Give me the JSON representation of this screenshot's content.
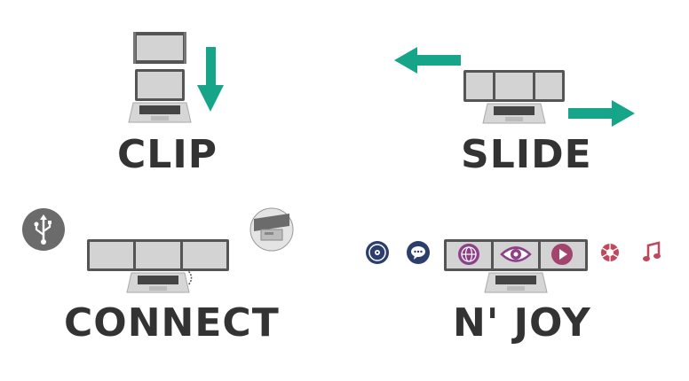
{
  "steps": [
    {
      "id": "clip",
      "label": "CLIP"
    },
    {
      "id": "slide",
      "label": "SLIDE"
    },
    {
      "id": "connect",
      "label": "CONNECT"
    },
    {
      "id": "enjoy",
      "label": "N' JOY"
    }
  ],
  "colors": {
    "arrow": "#17a589",
    "text": "#333333",
    "screen": "#d3d3d3",
    "bezel": "#555555",
    "laptop_body": "#cfcfcf",
    "icon_circle": "#6b6b6b",
    "app_navy": "#2c3e6b",
    "app_purple": "#8e3f8a",
    "app_pink": "#c0475c"
  },
  "icons": {
    "connect_left": "usb-icon",
    "connect_right": "usb-port-icon",
    "enjoy": [
      "disc-icon",
      "chat-icon",
      "globe-icon",
      "eye-icon",
      "play-icon",
      "camera-aperture-icon",
      "music-note-icon"
    ]
  }
}
